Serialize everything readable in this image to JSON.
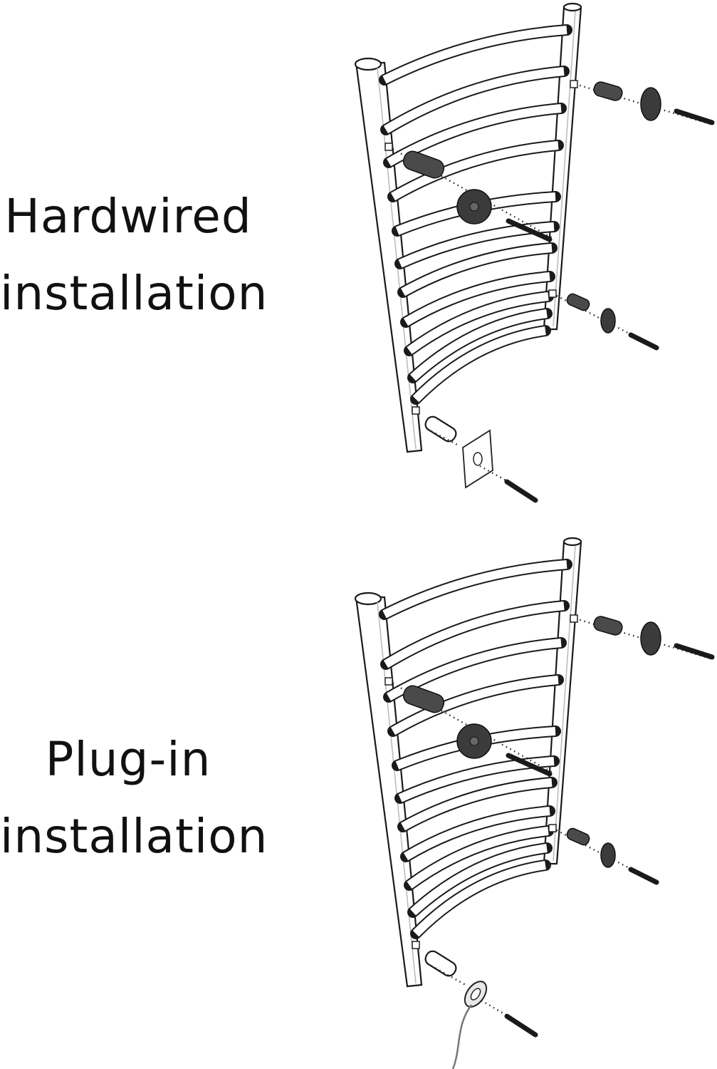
{
  "panels": [
    {
      "label_line1": "Hardwired",
      "label_line2": "installation",
      "connector": "junction-box-plate"
    },
    {
      "label_line1": "Plug-in",
      "label_line2": "installation",
      "connector": "cord-grommet"
    }
  ],
  "colors": {
    "background": "#ffffff",
    "outline": "#1a1a1a",
    "hardware": "#3b3b3b"
  }
}
